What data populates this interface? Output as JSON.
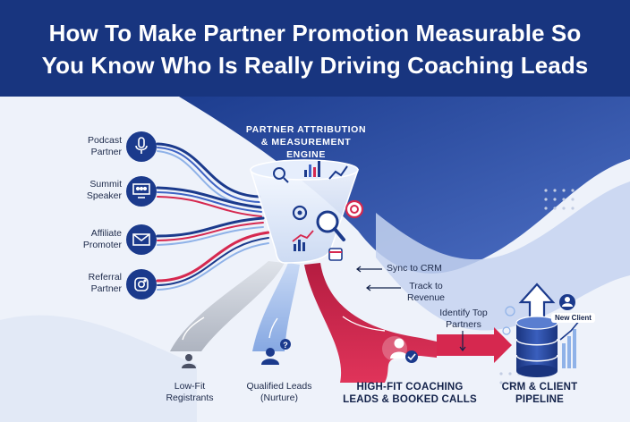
{
  "title": {
    "line1": "How To Make Partner Promotion Measurable So",
    "line2": "You Know Who Is Really Driving Coaching Leads"
  },
  "engine": {
    "line1": "PARTNER ATTRIBUTION",
    "line2": "& MEASUREMENT ENGINE"
  },
  "partners": [
    {
      "line1": "Podcast",
      "line2": "Partner",
      "icon": "microphone-icon"
    },
    {
      "line1": "Summit",
      "line2": "Speaker",
      "icon": "presentation-icon"
    },
    {
      "line1": "Affiliate",
      "line2": "Promoter",
      "icon": "envelope-icon"
    },
    {
      "line1": "Referral",
      "line2": "Partner",
      "icon": "camera-icon"
    }
  ],
  "annotations": {
    "sync": "Sync to CRM",
    "track1": "Track to",
    "track2": "Revenue",
    "identify1": "Identify Top",
    "identify2": "Partners"
  },
  "outcomes": {
    "low1": "Low-Fit",
    "low2": "Registrants",
    "qualified1": "Qualified Leads",
    "qualified2": "(Nurture)",
    "high1": "HIGH-FIT COACHING",
    "high2": "LEADS & BOOKED CALLS",
    "crm1": "CRM & CLIENT",
    "crm2": "PIPELINE",
    "new_client": "New Client"
  },
  "colors": {
    "header": "#18357f",
    "navy": "#1b3a8c",
    "accent_red": "#d6284f",
    "light_blue": "#8fb2e8",
    "gray": "#b9bec8"
  }
}
